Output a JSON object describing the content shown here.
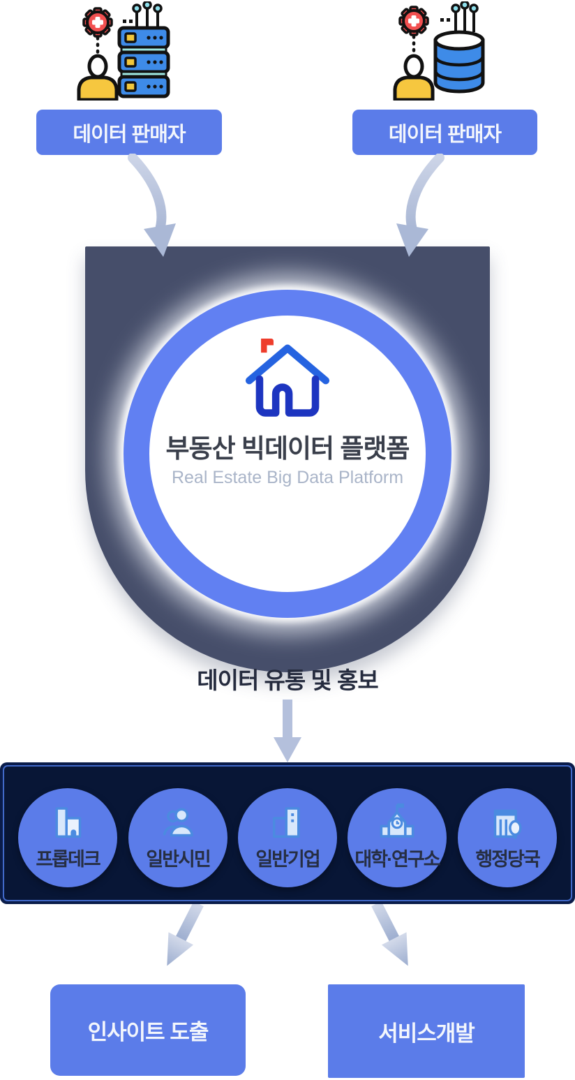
{
  "sources": {
    "left": {
      "label": "데이터 판매자",
      "icon": "person-server-icon"
    },
    "right": {
      "label": "데이터 판매자",
      "icon": "person-database-icon"
    }
  },
  "platform": {
    "name_ko": "부동산 빅데이터 플랫폼",
    "name_en": "Real Estate Big Data Platform",
    "icon": "house-icon"
  },
  "flow": {
    "label": "데이터 유통 및 홍보"
  },
  "consumers": [
    {
      "label": "프롭데크",
      "icon": "buildings-icon"
    },
    {
      "label": "일반시민",
      "icon": "citizens-icon"
    },
    {
      "label": "일반기업",
      "icon": "company-icon"
    },
    {
      "label": "대학·연구소",
      "icon": "university-icon"
    },
    {
      "label": "행정당국",
      "icon": "government-icon"
    }
  ],
  "outcomes": {
    "left": {
      "label": "인사이트 도출"
    },
    "right": {
      "label": "서비스개발"
    }
  },
  "colors": {
    "accent_blue": "#5b7ce9",
    "ring_blue": "#6180f2",
    "shield_navy": "#464e6a",
    "band_navy": "#081636",
    "band_border_blue": "#4169c8",
    "band_edge_navy": "#0a1c4a",
    "arrow_periwinkle": "#b4c0dc",
    "title_dark": "#3a3f4b",
    "subtitle_gray": "#a9b4c8",
    "logo_roof_blue": "#2563e0",
    "logo_body_blue": "#1d35c0",
    "logo_flag_red": "#ee3d2c"
  }
}
